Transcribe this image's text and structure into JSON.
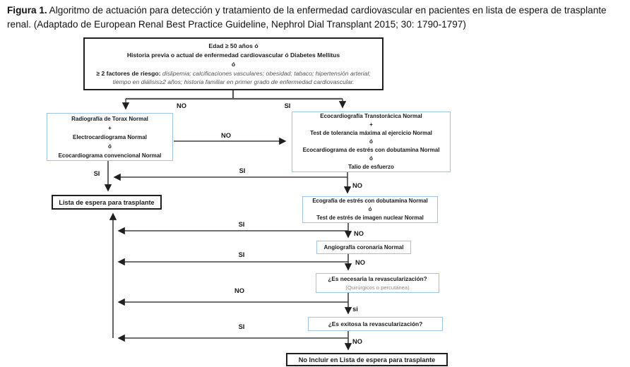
{
  "figure": {
    "caption_bold": "Figura 1.",
    "caption_text": " Algoritmo de actuación para detección y tratamiento de la enfermedad cardiovascular en pacientes en lista de espera de trasplante renal. (Adaptado de European Renal Best Practice Guideline, Nephrol Dial Transplant 2015; 30: 1790-1797)"
  },
  "flowchart": {
    "criteria": {
      "line1": "Edad ≥ 50 años ó",
      "line2": "Historia previa o actual de enfermedad cardiovascular ó Diabetes Mellitus",
      "line3": "ó",
      "risk_bold": "≥ 2 factores de riesgo:",
      "risk_italic": " dislipemia; calcificaciones vasculares; obesidad; tabaco; hipertensión arterial; tiempo en diálisis≥2 años; historia familiar en primer grado de enfermedad cardiovascular."
    },
    "torax": {
      "lines": [
        "Radiografía de Torax Normal",
        "+",
        "Electrocardiograma Normal",
        "ó",
        "Ecocardiograma convencional Normal"
      ]
    },
    "ecotrans": {
      "lines": [
        "Ecocardiografía Transtorácica Normal",
        "+",
        "Test de tolerancia máxima al ejercicio Normal",
        "ó",
        "Ecocardiograma de estrés con dobutamina Normal",
        "ó",
        "Talio de esfuerzo"
      ]
    },
    "lista": {
      "label": "Lista de espera para trasplante"
    },
    "ecoestres": {
      "lines": [
        "Ecografía de estrés con dobutamina Normal",
        "ó",
        "Test de estrés de imagen nuclear Normal"
      ]
    },
    "angio": {
      "label": "Angiografía coronaria Normal"
    },
    "revasc": {
      "question": "¿Es necesaria la revascularización?",
      "subtitle": "(Quirúrgicos o percutánea)"
    },
    "exitosa": {
      "question": "¿Es exitosa  la revascularización?"
    },
    "noincluir": {
      "label": "No Incluir en Lista de espera para trasplante"
    }
  },
  "edge_labels": {
    "top_no": "NO",
    "top_si": "SI",
    "torax_to_eco_no": "NO",
    "torax_si": "SI",
    "eco_si": "SI",
    "eco_no": "NO",
    "estres_si": "SI",
    "estres_no": "NO",
    "angio_si": "SI",
    "angio_no": "NO",
    "revasc_no": "NO",
    "revasc_si": "si",
    "exitosa_si": "SI",
    "exitosa_no": "NO"
  },
  "colors": {
    "node_border_blue": "#9dc3e6",
    "node_border_black": "#1f1f1f",
    "line": "#404040"
  }
}
